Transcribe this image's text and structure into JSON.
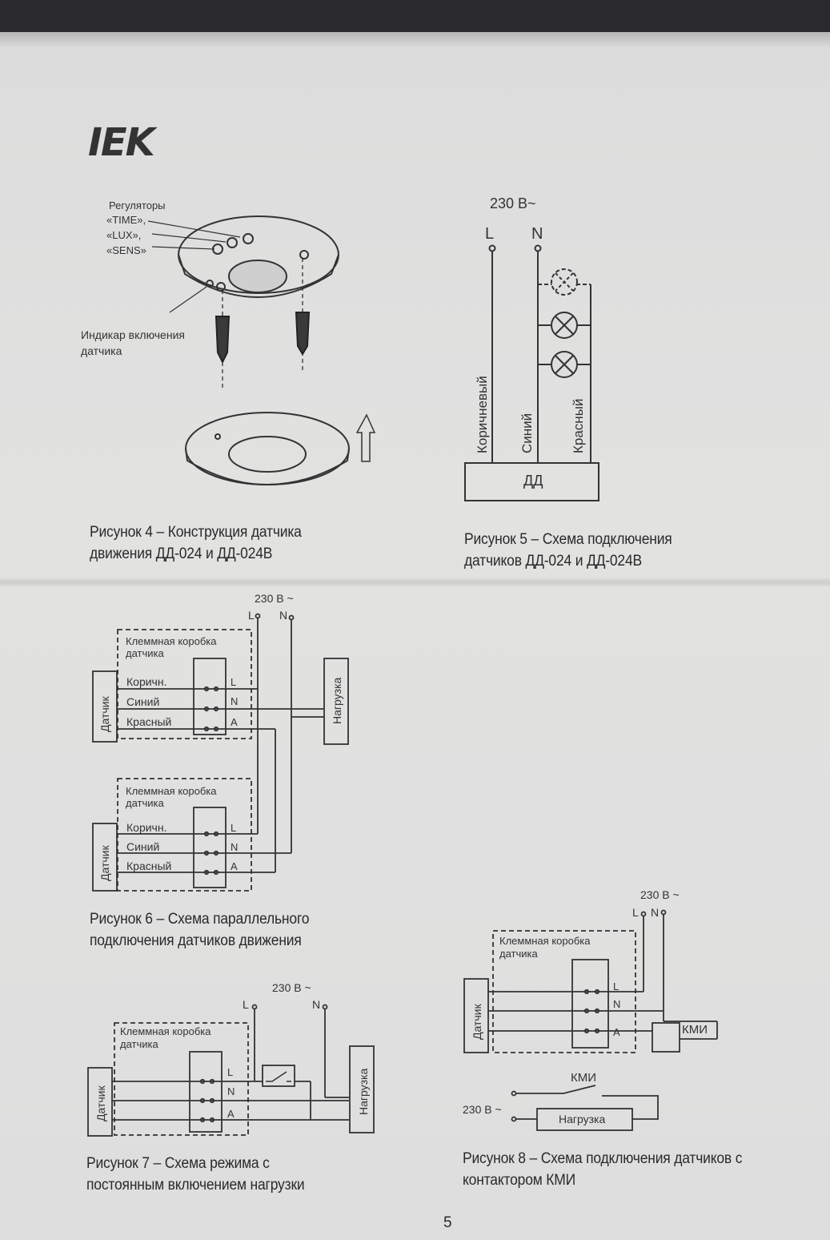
{
  "logo": "IEK",
  "figure4": {
    "regulators_label": "Регуляторы",
    "time_label": "«TIME»,",
    "lux_label": "«LUX»,",
    "sens_label": "«SENS»",
    "indicator_label_1": "Индикар включения",
    "indicator_label_2": "датчика",
    "caption_line1": "Рисунок 4 – Конструкция датчика",
    "caption_line2": "движения ДД-024 и ДД-024В"
  },
  "figure5": {
    "voltage": "230 В~",
    "L": "L",
    "N": "N",
    "wire_brown": "Коричневый",
    "wire_blue": "Синий",
    "wire_red": "Красный",
    "device": "ДД",
    "caption_line1": "Рисунок 5 – Схема подключения",
    "caption_line2": "датчиков ДД-024 и ДД-024В"
  },
  "figure6": {
    "voltage": "230 В ~",
    "L": "L",
    "N": "N",
    "box_label_1": "Клеммная коробка",
    "box_label_2": "датчика",
    "sensor": "Датчик",
    "wire_brown": "Коричн.",
    "wire_blue": "Синий",
    "wire_red": "Красный",
    "term_L": "L",
    "term_N": "N",
    "term_A": "A",
    "load": "Нагрузка",
    "caption_line1": "Рисунок 6 – Схема параллельного",
    "caption_line2": "подключения датчиков движения"
  },
  "figure7": {
    "voltage": "230 В ~",
    "L": "L",
    "N": "N",
    "box_label_1": "Клеммная коробка",
    "box_label_2": "датчика",
    "sensor": "Датчик",
    "term_L": "L",
    "term_N": "N",
    "term_A": "A",
    "load": "Нагрузка",
    "caption_line1": "Рисунок 7 – Схема режима с",
    "caption_line2": "постоянным включением нагрузки"
  },
  "figure8": {
    "voltage": "230 В ~",
    "L": "L",
    "N": "N",
    "box_label_1": "Клеммная коробка",
    "box_label_2": "датчика",
    "sensor": "Датчик",
    "term_L": "L",
    "term_N": "N",
    "term_A": "A",
    "contactor": "КМИ",
    "contactor_top": "КМИ",
    "voltage2": "230 В ~",
    "load": "Нагрузка",
    "caption_line1": "Рисунок 8 – Схема подключения датчиков с",
    "caption_line2": "контактором КМИ"
  },
  "page_number": "5"
}
